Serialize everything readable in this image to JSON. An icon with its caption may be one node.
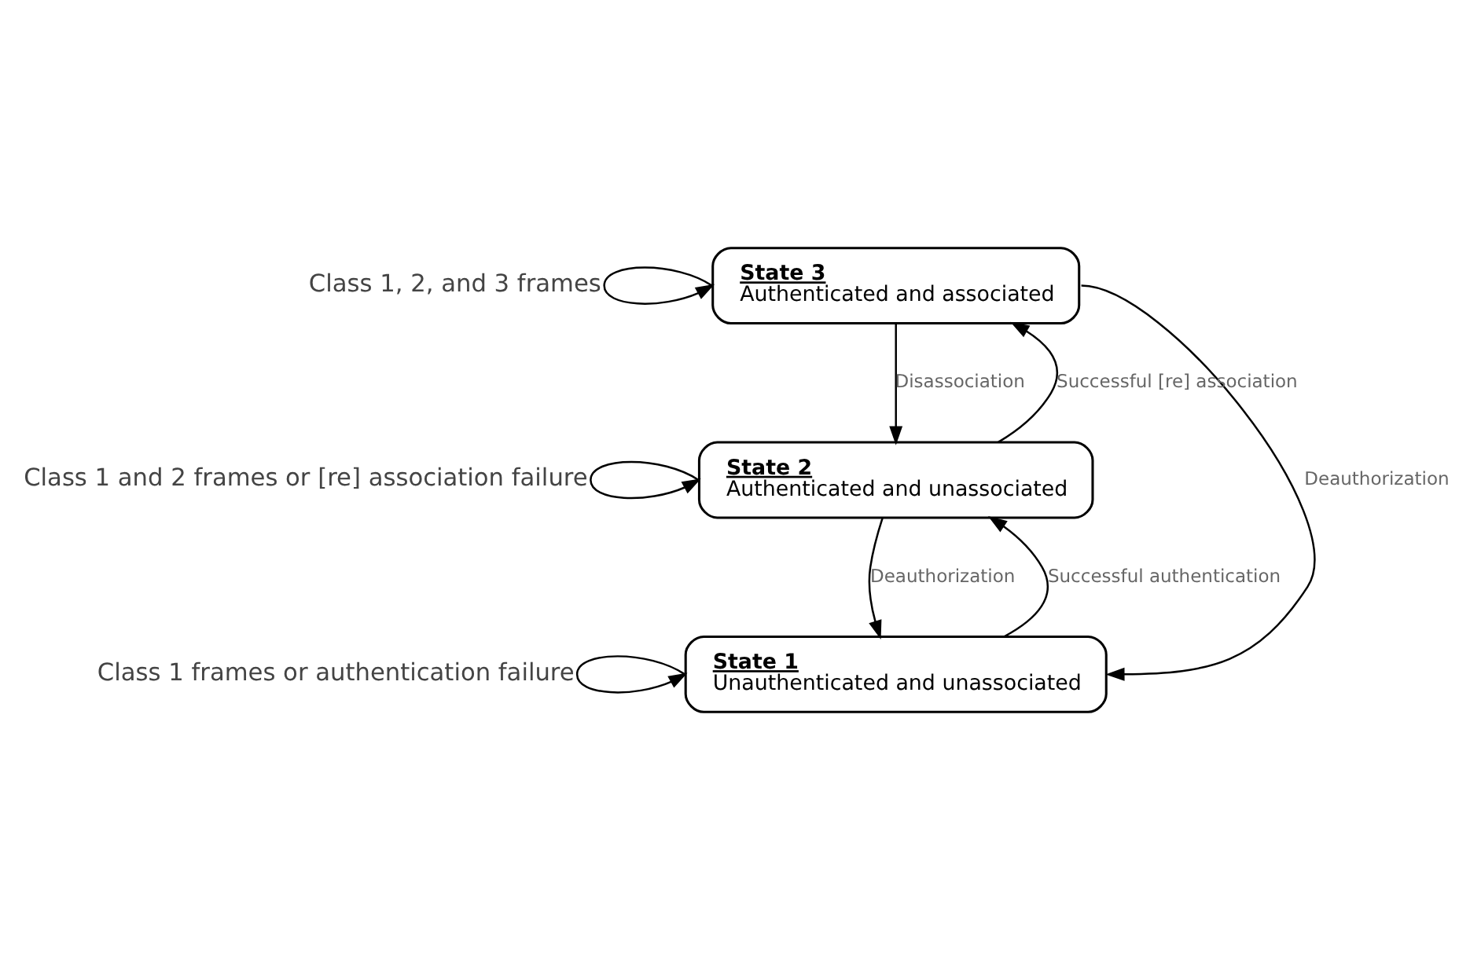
{
  "diagram": {
    "nodes": [
      {
        "text": [
          "State 3",
          "Authenticated and associated"
        ]
      },
      {
        "text": [
          "State 2",
          "Authenticated and unassociated"
        ]
      },
      {
        "text": [
          "State 1",
          "Unauthenticated and unassociated"
        ]
      }
    ],
    "edges": [
      {
        "from": 0,
        "to": 0,
        "arrow": "to",
        "label": "Class 1, 2, and 3 frames"
      },
      {
        "from": 1,
        "to": 0,
        "arrow": "to",
        "label": "Successful [re] association"
      },
      {
        "from": 0,
        "to": 1,
        "arrow": "to",
        "label": "Disassociation"
      },
      {
        "from": 1,
        "to": 1,
        "arrow": "to",
        "label": "Class 1 and 2 frames or [re] association failure"
      },
      {
        "from": 2,
        "to": 1,
        "arrow": "to",
        "label": "Successful authentication"
      },
      {
        "from": 1,
        "to": 2,
        "arrow": "to",
        "label": "Deauthorization"
      },
      {
        "from": 2,
        "to": 2,
        "arrow": "to",
        "label": "Class 1 frames or authentication failure"
      },
      {
        "from": 0,
        "to": 2,
        "arrow": "to",
        "label": "Deauthorization"
      }
    ]
  }
}
